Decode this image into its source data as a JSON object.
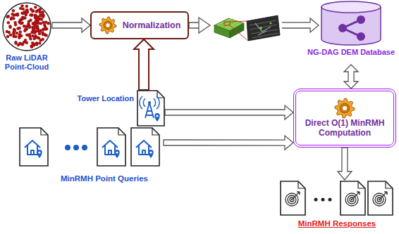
{
  "diagram": {
    "nodes": [
      {
        "text": [
          "Raw LiDAR Point-Cloud"
        ]
      },
      {
        "text": [
          "Normalization"
        ]
      },
      {
        "text": [
          "NG-DAG DEM Database"
        ]
      },
      {
        "text": [
          "Tower Location"
        ]
      },
      {
        "text": [
          "Direct O(1) MinRMH Computation"
        ]
      },
      {
        "text": [
          "MinRMH Point Queries"
        ]
      },
      {
        "text": [
          "MinRMH Responses"
        ]
      }
    ],
    "edges": [
      {
        "from": 0,
        "to": 1,
        "arrow": "to"
      },
      {
        "from": 1,
        "to": 2,
        "arrow": "to"
      },
      {
        "from": 2,
        "to": 4,
        "arrow": "both"
      },
      {
        "from": 3,
        "to": 1,
        "arrow": "to"
      },
      {
        "from": 3,
        "to": 4,
        "arrow": "to"
      },
      {
        "from": 5,
        "to": 4,
        "arrow": "to"
      },
      {
        "from": 4,
        "to": 6,
        "arrow": "to"
      }
    ]
  }
}
